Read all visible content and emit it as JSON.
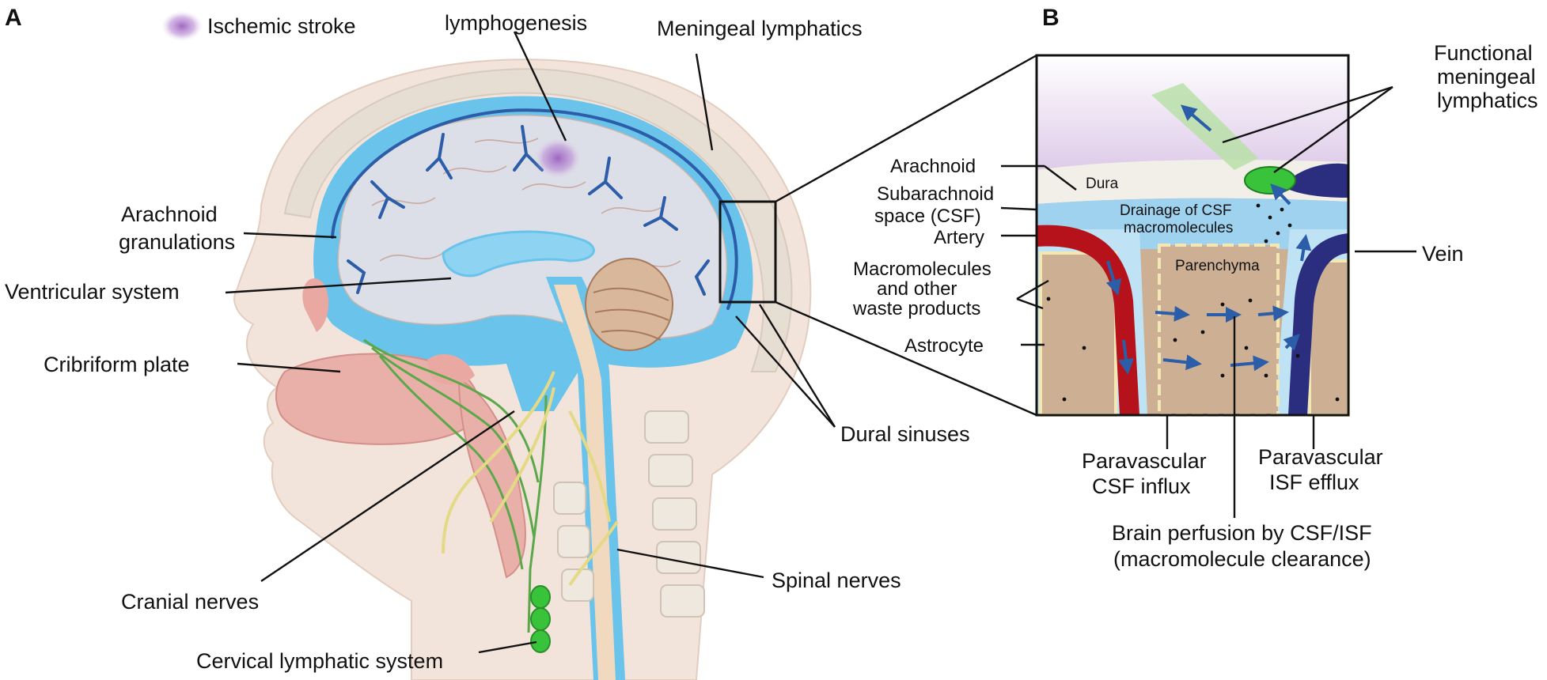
{
  "panels": {
    "a": "A",
    "b": "B"
  },
  "panel_a_labels": {
    "ischemic_stroke": "Ischemic stroke",
    "lymphogenesis": "lymphogenesis",
    "meningeal_lymphatics": "Meningeal lymphatics",
    "arachnoid_granulations_1": "Arachnoid",
    "arachnoid_granulations_2": "granulations",
    "ventricular_system": "Ventricular system",
    "cribriform_plate": "Cribriform plate",
    "dural_sinuses": "Dural sinuses",
    "cranial_nerves": "Cranial nerves",
    "spinal_nerves": "Spinal nerves",
    "cervical_lymphatic_system": "Cervical lymphatic system"
  },
  "panel_b_labels": {
    "functional_meningeal_1": "Functional",
    "functional_meningeal_2": "meningeal",
    "functional_meningeal_3": "lymphatics",
    "arachnoid": "Arachnoid",
    "dura": "Dura",
    "subarachnoid_1": "Subarachnoid",
    "subarachnoid_2": "space (CSF)",
    "drainage_1": "Drainage of CSF",
    "drainage_2": "macromolecules",
    "artery": "Artery",
    "parenchyma": "Parenchyma",
    "vein": "Vein",
    "macromolecules_1": "Macromolecules",
    "macromolecules_2": "and other",
    "macromolecules_3": "waste products",
    "astrocyte": "Astrocyte",
    "csf_influx_1": "Paravascular",
    "csf_influx_2": "CSF influx",
    "isf_efflux_1": "Paravascular",
    "isf_efflux_2": "ISF efflux",
    "perfusion_1": "Brain perfusion by CSF/ISF",
    "perfusion_2": "(macromolecule clearance)"
  },
  "colors": {
    "skin": "#f1e3da",
    "bone": "#e6ddd3",
    "csf_blue": "#69c3ea",
    "brain": "#dcdfe7",
    "lymph_vessel": "#2c5da8",
    "nerve_green": "#5aa84a",
    "nerve_yellow": "#e4d985",
    "artery_red": "#b5121b",
    "vein_navy": "#2b2d7f",
    "parenchyma_tan": "#cdb093",
    "stroke_purple": "#9a5fbf",
    "lymph_green": "#39c33a"
  }
}
